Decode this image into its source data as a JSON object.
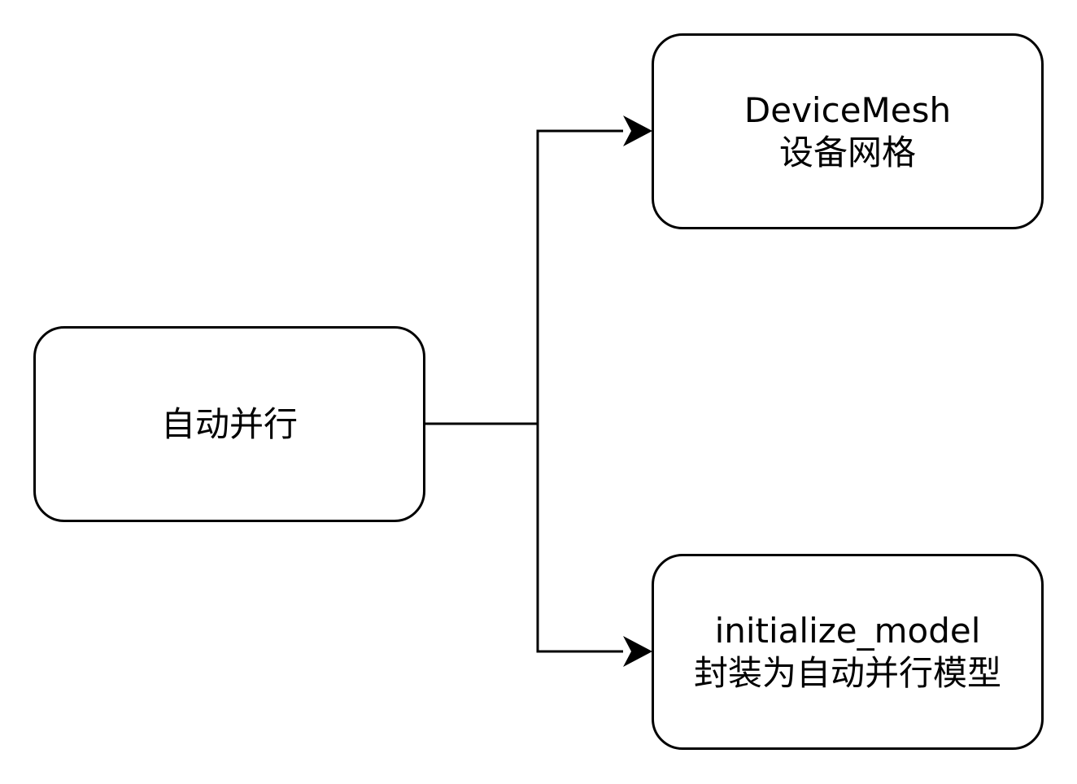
{
  "diagram": {
    "nodes": {
      "root": {
        "label": "自动并行"
      },
      "device_mesh": {
        "line1": "DeviceMesh",
        "line2": "设备网格"
      },
      "initialize_model": {
        "line1": "initialize_model",
        "line2": "封装为自动并行模型"
      }
    },
    "edges": [
      {
        "from": "root",
        "to": "device_mesh"
      },
      {
        "from": "root",
        "to": "initialize_model"
      }
    ],
    "colors": {
      "stroke": "#000000",
      "fill": "#ffffff"
    }
  }
}
